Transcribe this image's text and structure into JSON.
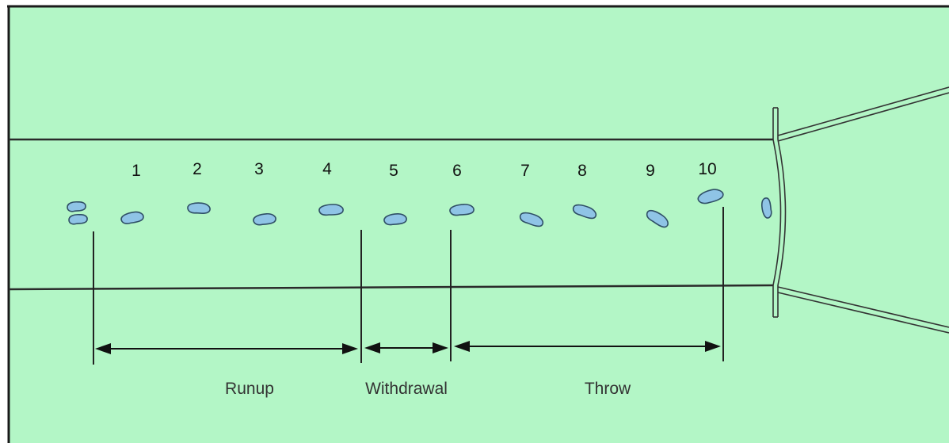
{
  "colors": {
    "field": "#b3f6c6",
    "border": "#1a1a1a",
    "lane_line": "#2a2a2a",
    "footprint_fill": "#8fc4e6",
    "footprint_stroke": "#2f4f66"
  },
  "steps": [
    "1",
    "2",
    "3",
    "4",
    "5",
    "6",
    "7",
    "8",
    "9",
    "10"
  ],
  "phases": {
    "runup": "Runup",
    "withdrawal": "Withdrawal",
    "throw": "Throw"
  }
}
